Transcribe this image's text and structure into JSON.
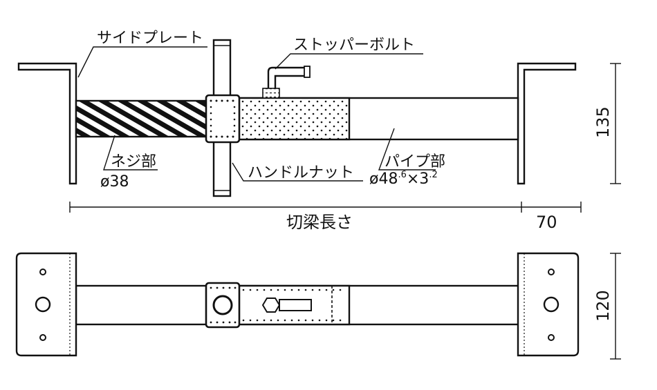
{
  "labels": {
    "side_plate": "サイドプレート",
    "stopper_bolt": "ストッパーボルト",
    "screw_part": "ネジ部",
    "screw_dia": "ø38",
    "handle_nut": "ハンドルナット",
    "pipe_part": "パイプ部",
    "pipe_dia_main": "ø48",
    "pipe_dia_sup1": ".6",
    "pipe_dia_mid": "×3",
    "pipe_dia_sup2": ".2"
  },
  "dimensions": {
    "span_label": "切梁長さ",
    "end_length": "70",
    "side_height": "135",
    "plate_height": "120"
  }
}
